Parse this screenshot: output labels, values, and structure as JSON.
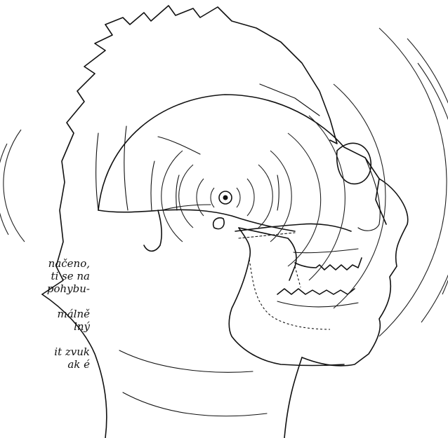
{
  "caption_lines": [
    "načeno,",
    "ti se na",
    "pohybu-",
    "",
    "málně",
    "lný",
    "",
    "it zvuk",
    "ak é"
  ],
  "colors": {
    "ink": "#111111",
    "background": "#ffffff"
  }
}
